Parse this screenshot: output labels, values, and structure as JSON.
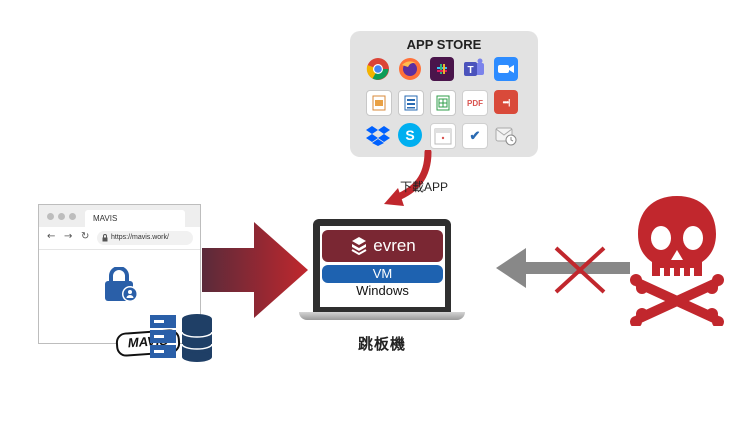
{
  "app_store": {
    "title": "APP STORE",
    "apps": [
      {
        "icon": "chrome-icon"
      },
      {
        "icon": "firefox-icon"
      },
      {
        "icon": "slack-icon"
      },
      {
        "icon": "teams-icon"
      },
      {
        "icon": "zoom-icon"
      },
      {
        "icon": "libreoffice-impress-icon"
      },
      {
        "icon": "libreoffice-writer-icon"
      },
      {
        "icon": "libreoffice-calc-icon"
      },
      {
        "icon": "pdf-icon",
        "text": "PDF"
      },
      {
        "icon": "messaging-app-icon",
        "text": "•••|"
      },
      {
        "icon": "dropbox-icon"
      },
      {
        "icon": "skype-icon",
        "text": "S"
      },
      {
        "icon": "calendar-icon"
      },
      {
        "icon": "checklist-icon",
        "text": "✔"
      },
      {
        "icon": "email-clock-icon"
      }
    ]
  },
  "download_label": "下載APP",
  "browser": {
    "tab_title": "MAVIS",
    "url": "https://mavis.work/",
    "brand": "MAVIS"
  },
  "laptop": {
    "evren_label": "evren",
    "vm_label": "VM",
    "os_label": "Windows",
    "caption": "跳板機"
  },
  "colors": {
    "store_bg": "#e2e2e2",
    "arrow_red": "#c0272d",
    "arrow_dark": "#5a2a3a",
    "grey_arrow": "#888888",
    "danger_red": "#c1272d",
    "evren_bg": "#7a2733",
    "vm_bg": "#1e62b0",
    "lock_blue": "#2a5fa8"
  }
}
